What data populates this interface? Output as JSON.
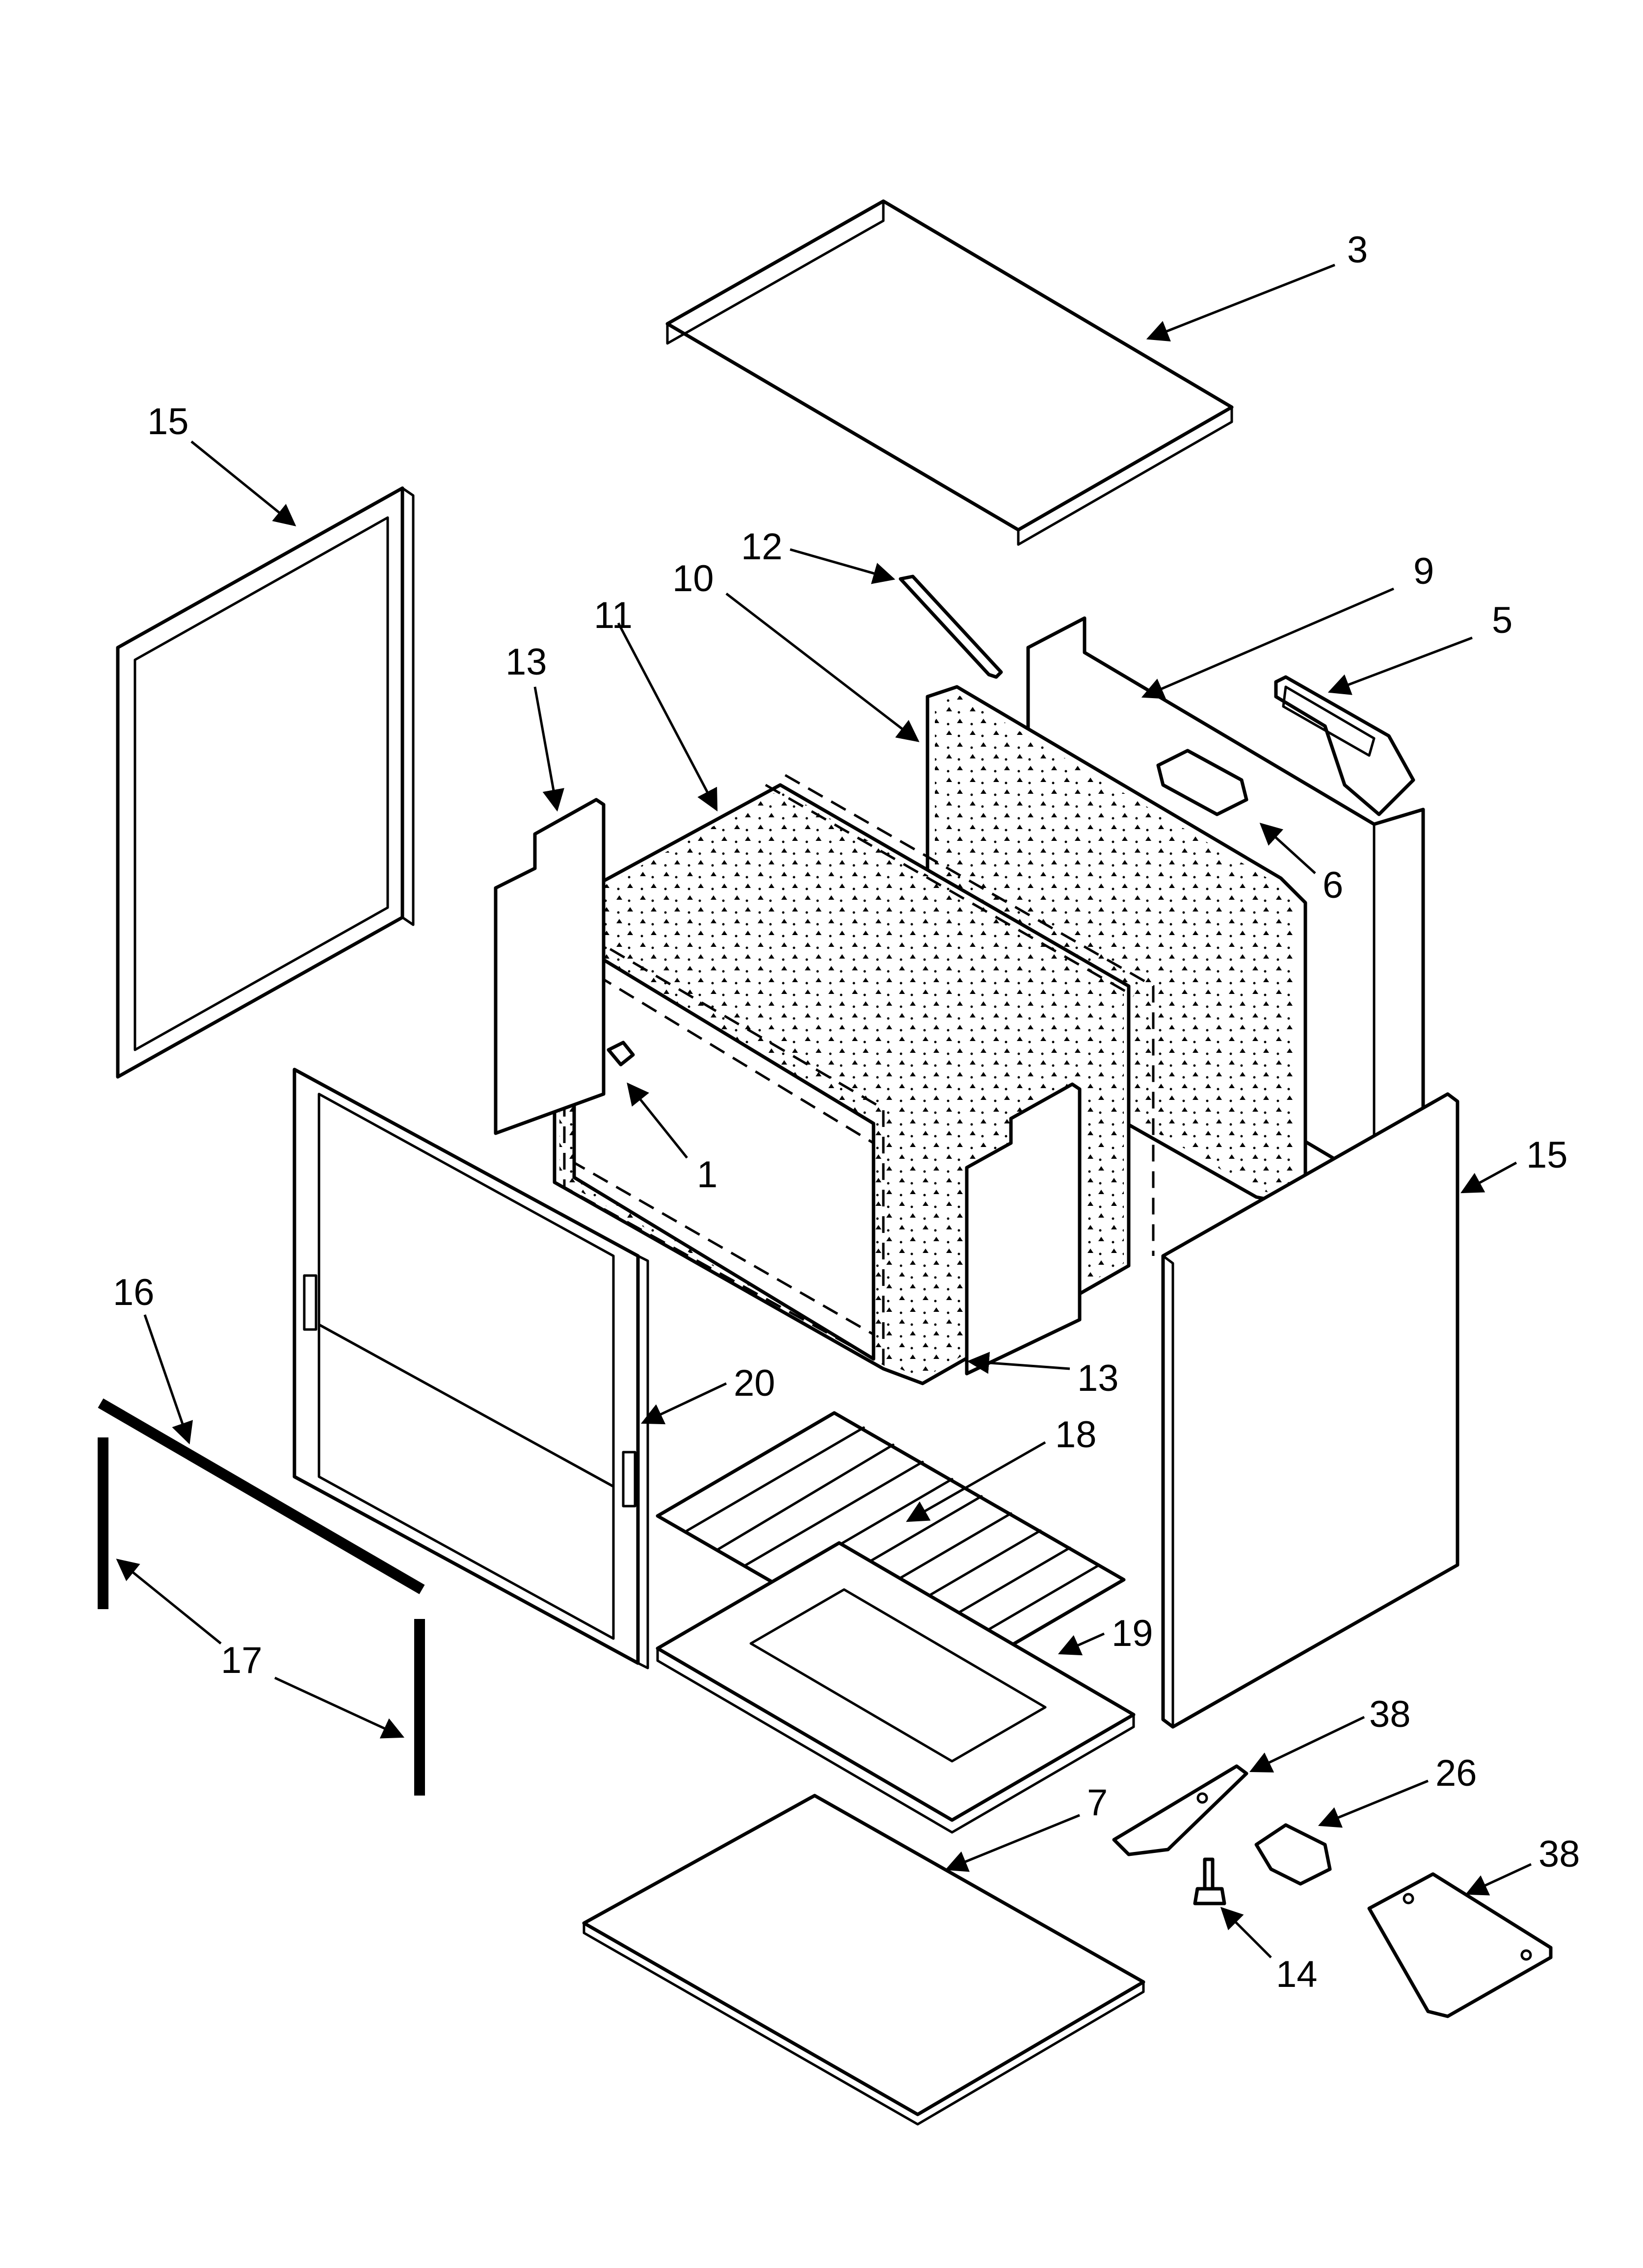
{
  "diagram": {
    "callouts": [
      {
        "id": "c3",
        "label": "3",
        "part": "top"
      },
      {
        "id": "c15a",
        "label": "15",
        "part": "side-panel-left"
      },
      {
        "id": "c12",
        "label": "12",
        "part": "clip"
      },
      {
        "id": "c10",
        "label": "10",
        "part": "insulation-rear"
      },
      {
        "id": "c9",
        "label": "9",
        "part": "rear-panel"
      },
      {
        "id": "c5",
        "label": "5",
        "part": "vent-duct"
      },
      {
        "id": "c11",
        "label": "11",
        "part": "insulation-wrap"
      },
      {
        "id": "c13a",
        "label": "13",
        "part": "retainer-left"
      },
      {
        "id": "c6",
        "label": "6",
        "part": "grommet"
      },
      {
        "id": "c1",
        "label": "1",
        "part": "clip-oven"
      },
      {
        "id": "c15b",
        "label": "15",
        "part": "side-panel-right"
      },
      {
        "id": "c16",
        "label": "16",
        "part": "gasket-top"
      },
      {
        "id": "c20",
        "label": "20",
        "part": "front-frame"
      },
      {
        "id": "c13b",
        "label": "13",
        "part": "retainer-right"
      },
      {
        "id": "c18",
        "label": "18",
        "part": "rack"
      },
      {
        "id": "c17",
        "label": "17",
        "part": "gasket-sides"
      },
      {
        "id": "c19",
        "label": "19",
        "part": "base-frame"
      },
      {
        "id": "c38a",
        "label": "38",
        "part": "bracket"
      },
      {
        "id": "c26",
        "label": "26",
        "part": "anti-tip-clip"
      },
      {
        "id": "c7",
        "label": "7",
        "part": "bottom-panel"
      },
      {
        "id": "c38b",
        "label": "38",
        "part": "bracket-large"
      },
      {
        "id": "c14",
        "label": "14",
        "part": "leveling-leg"
      }
    ]
  }
}
